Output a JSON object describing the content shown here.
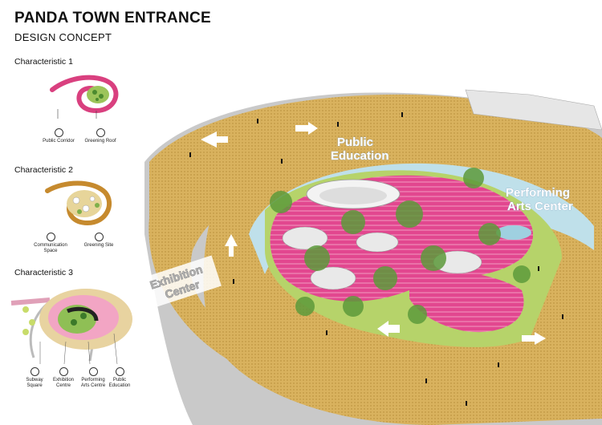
{
  "header": {
    "title": "PANDA TOWN ENTRANCE",
    "subtitle": "DESIGN CONCEPT"
  },
  "characteristics": [
    {
      "label": "Characteristic 1",
      "callouts": [
        "Public Corridor",
        "Greening Roof"
      ]
    },
    {
      "label": "Characteristic 2",
      "callouts": [
        "Communication Space",
        "Greening Site"
      ]
    },
    {
      "label": "Characteristic 3",
      "callouts": [
        "Subway Square",
        "Exhibition Centre",
        "Performing Arts Centre",
        "Public Education"
      ]
    }
  ],
  "map_labels": {
    "public_education": [
      "Public",
      "Education"
    ],
    "performing_arts": [
      "Performing",
      "Arts Center"
    ],
    "exhibition": [
      "Exhibition",
      "Center"
    ]
  },
  "colors": {
    "ring_tan": "#d9b25e",
    "plaza_pink": "#e2478f",
    "lawn_green": "#b6d36a",
    "water_blue": "#bfe0ea",
    "wall_gray": "#c9c9c9"
  }
}
